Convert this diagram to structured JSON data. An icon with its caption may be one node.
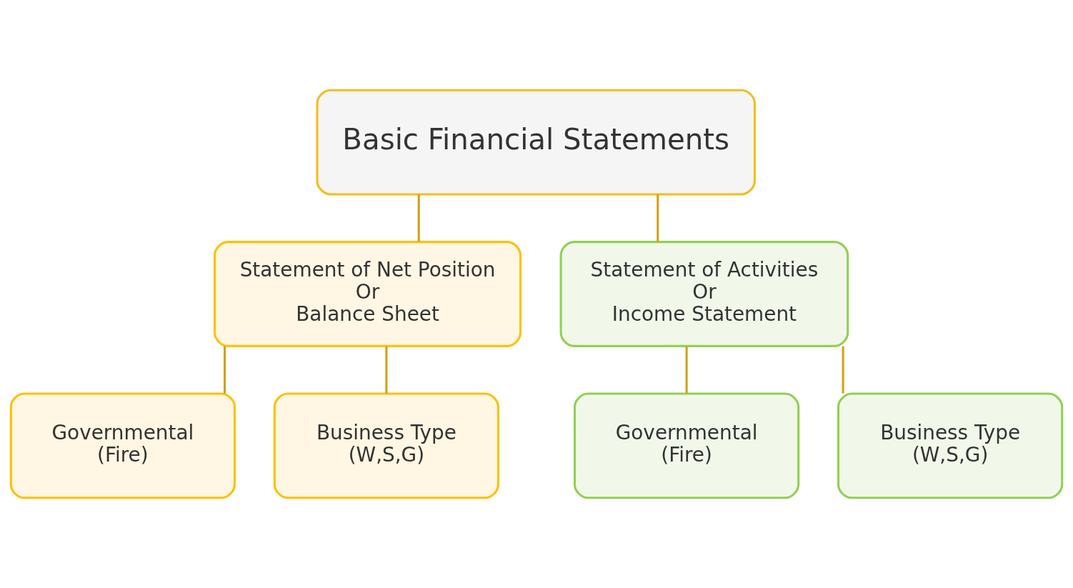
{
  "diagram": {
    "nodes": [
      {
        "text": [
          "Basic Financial Statements"
        ]
      },
      {
        "text": [
          "Statement of Net Position",
          "Or",
          "Balance Sheet"
        ]
      },
      {
        "text": [
          "Statement of Activities",
          "Or",
          "Income Statement"
        ]
      },
      {
        "text": [
          "Governmental",
          "(Fire)"
        ]
      },
      {
        "text": [
          "Business Type",
          "(W,S,G)"
        ]
      },
      {
        "text": [
          "Governmental",
          "(Fire)"
        ]
      },
      {
        "text": [
          "Business Type",
          "(W,S,G)"
        ]
      }
    ],
    "edges": [
      {
        "from": 0,
        "to": 1,
        "arrow": "none"
      },
      {
        "from": 0,
        "to": 2,
        "arrow": "none"
      },
      {
        "from": 1,
        "to": 3,
        "arrow": "none"
      },
      {
        "from": 1,
        "to": 4,
        "arrow": "none"
      },
      {
        "from": 2,
        "to": 5,
        "arrow": "none"
      },
      {
        "from": 2,
        "to": 6,
        "arrow": "none"
      }
    ]
  }
}
